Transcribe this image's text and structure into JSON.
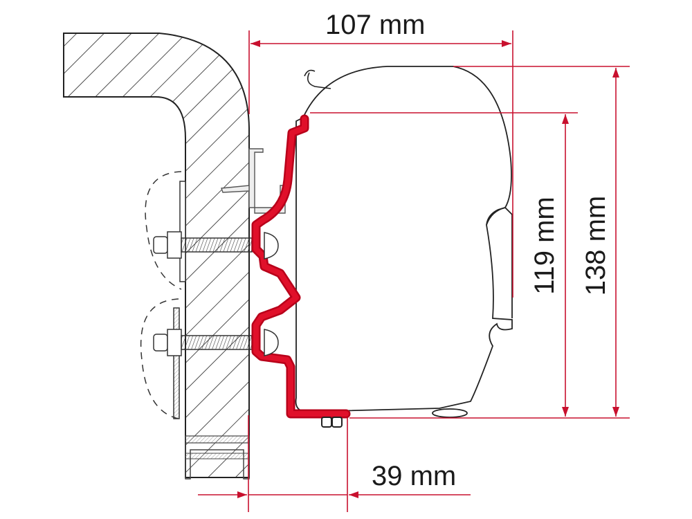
{
  "diagram": {
    "type": "technical cross-section drawing",
    "subject": "Awning cassette mounted on vehicle wall via red adapter bracket",
    "colors": {
      "dimension_lines": "#c8102e",
      "bracket": "#d0021b",
      "outline": "#222222",
      "background": "#ffffff"
    },
    "dimensions": {
      "width_top": {
        "label": "107 mm",
        "value": 107,
        "unit": "mm",
        "orientation": "horizontal"
      },
      "height_inner": {
        "label": "119 mm",
        "value": 119,
        "unit": "mm",
        "orientation": "vertical"
      },
      "height_outer": {
        "label": "138 mm",
        "value": 138,
        "unit": "mm",
        "orientation": "vertical"
      },
      "offset_bottom": {
        "label": "39 mm",
        "value": 39,
        "unit": "mm",
        "orientation": "horizontal"
      }
    },
    "components": [
      "vehicle-wall-section",
      "adapter-bracket",
      "awning-cassette",
      "mounting-bolt-upper",
      "mounting-bolt-lower",
      "rain-gutter-rail",
      "bottom-screw"
    ]
  }
}
